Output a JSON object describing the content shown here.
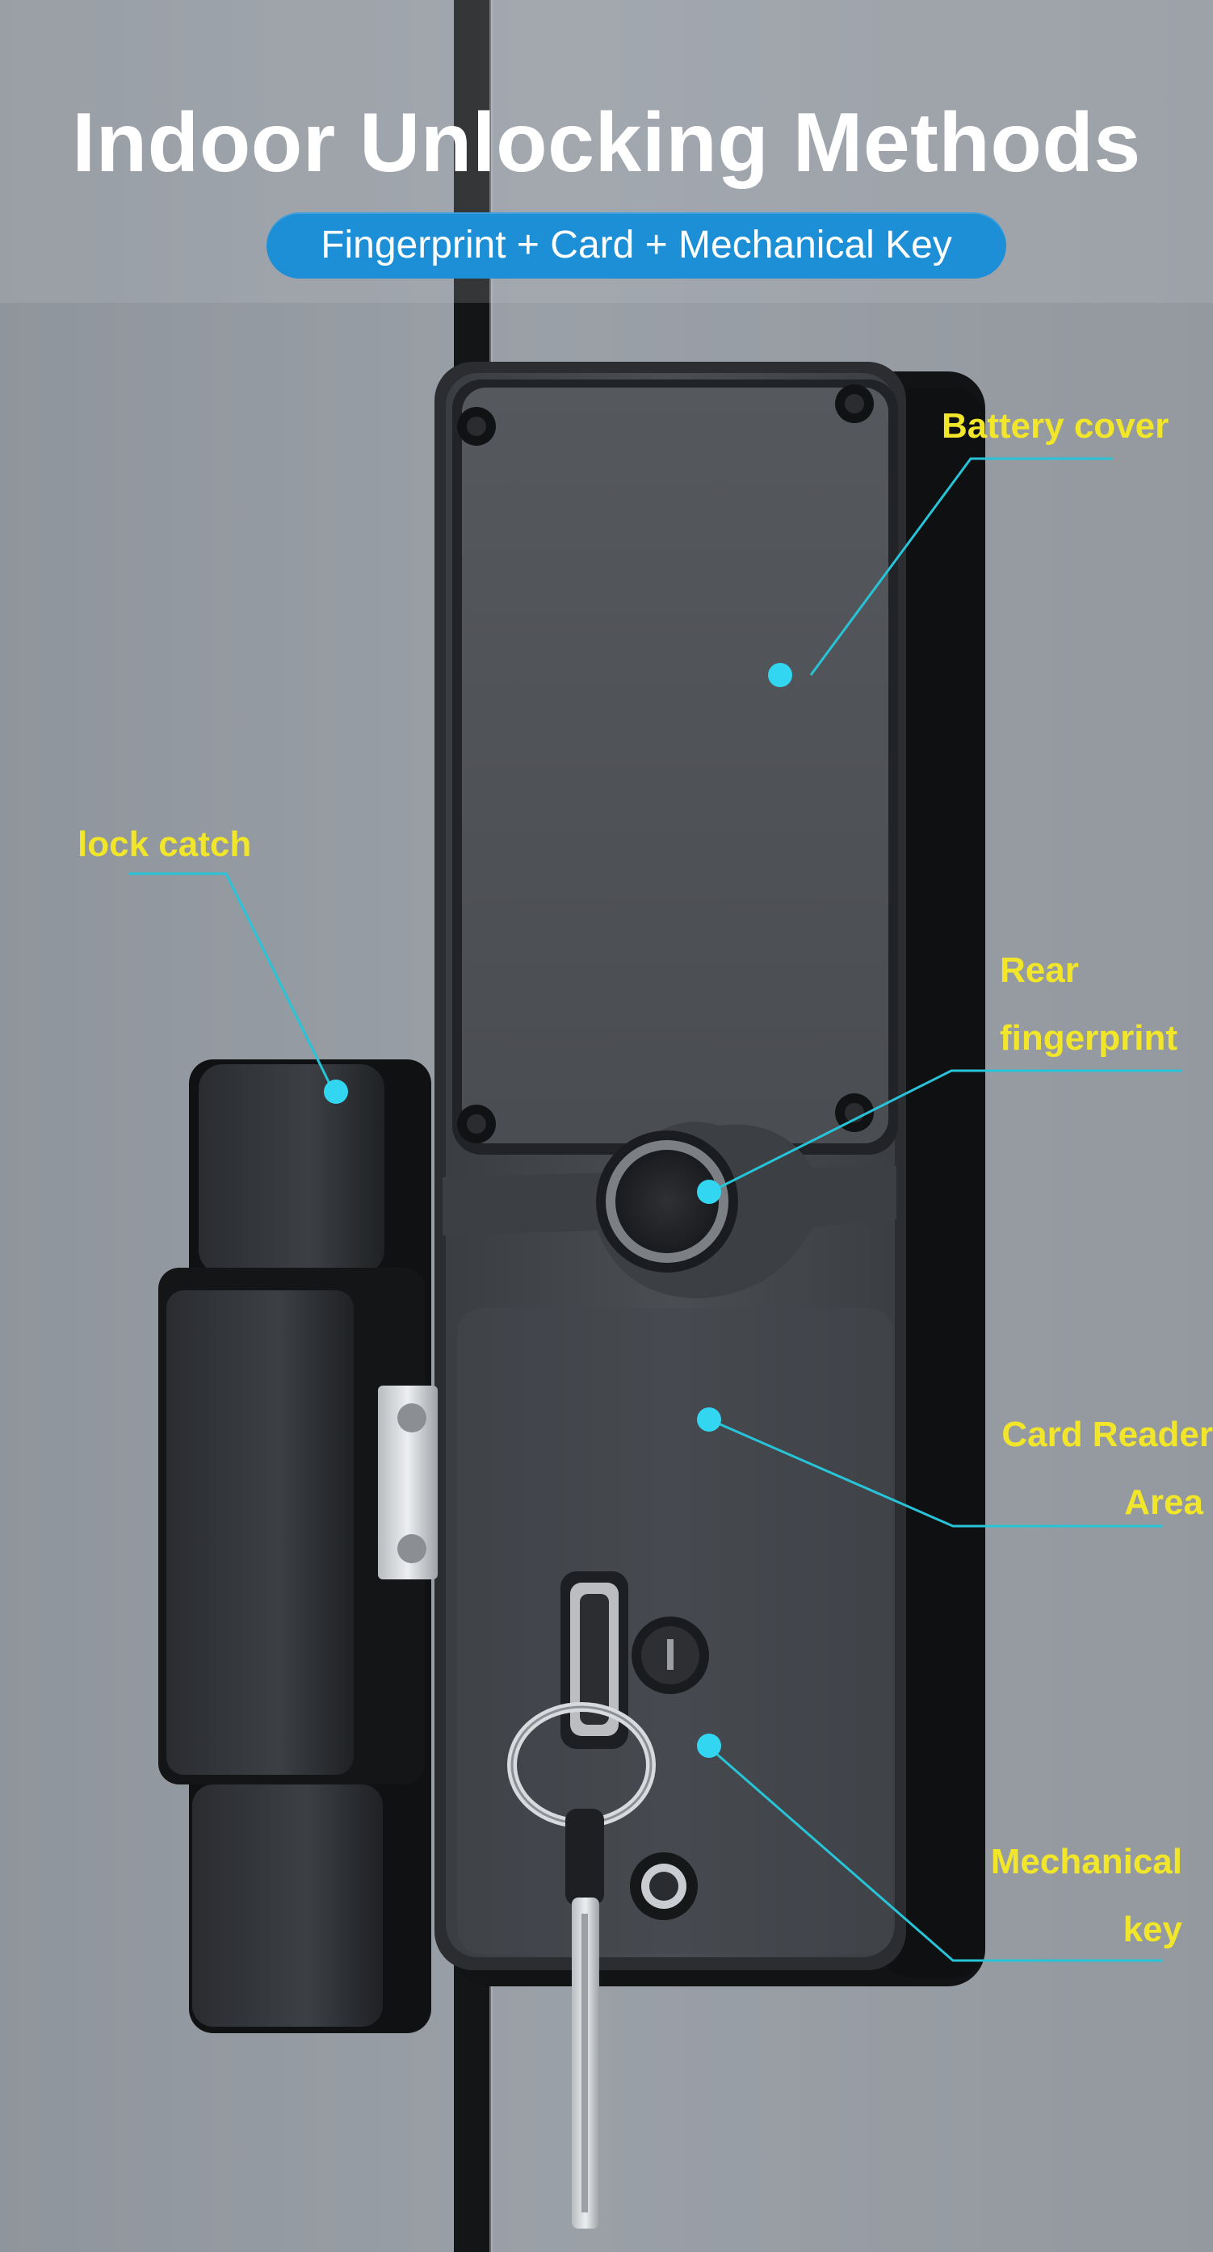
{
  "header": {
    "title": "Indoor Unlocking Methods",
    "subtitle": "Fingerprint + Card + Mechanical Key"
  },
  "callouts": {
    "battery_cover": "Battery cover",
    "lock_catch": "lock catch",
    "rear_fingerprint_line1": "Rear",
    "rear_fingerprint_line2": "fingerprint",
    "card_reader_line1": "Card Reader",
    "card_reader_line2": "Area",
    "mechanical_key_line1": "Mechanical",
    "mechanical_key_line2": "key"
  },
  "colors": {
    "title_text": "#ffffff",
    "pill_background": "#1d8fd6",
    "label_text": "#f2e62a",
    "leader_line": "#27c4d8",
    "dot": "#33d6f0"
  }
}
